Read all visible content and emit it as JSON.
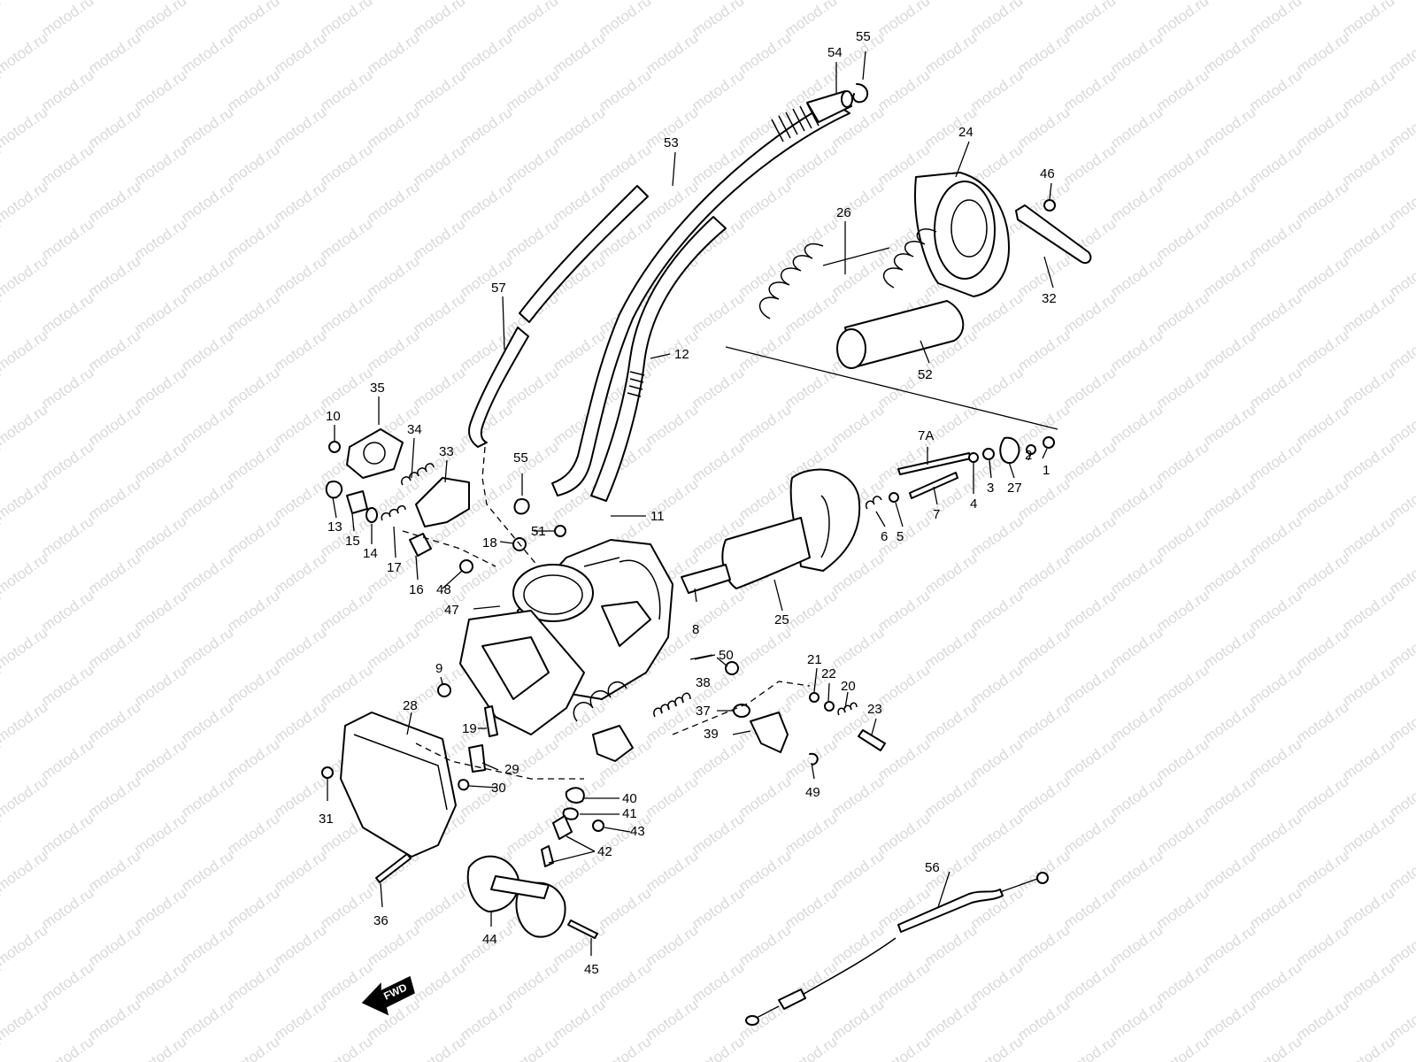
{
  "watermark": {
    "text": "motod.ru",
    "color": "#d9d9d9"
  },
  "direction_arrow": {
    "label": "FWD",
    "icon": "arrow-left-icon"
  },
  "line_color": "#000000",
  "callouts": [
    {
      "id": "1",
      "label": "1"
    },
    {
      "id": "2",
      "label": "2"
    },
    {
      "id": "3",
      "label": "3"
    },
    {
      "id": "4",
      "label": "4"
    },
    {
      "id": "5",
      "label": "5"
    },
    {
      "id": "6",
      "label": "6"
    },
    {
      "id": "7",
      "label": "7"
    },
    {
      "id": "7A",
      "label": "7A"
    },
    {
      "id": "8",
      "label": "8"
    },
    {
      "id": "9",
      "label": "9"
    },
    {
      "id": "10",
      "label": "10"
    },
    {
      "id": "11",
      "label": "11"
    },
    {
      "id": "12",
      "label": "12"
    },
    {
      "id": "13",
      "label": "13"
    },
    {
      "id": "14",
      "label": "14"
    },
    {
      "id": "15",
      "label": "15"
    },
    {
      "id": "16",
      "label": "16"
    },
    {
      "id": "17",
      "label": "17"
    },
    {
      "id": "18",
      "label": "18"
    },
    {
      "id": "19",
      "label": "19"
    },
    {
      "id": "20",
      "label": "20"
    },
    {
      "id": "21",
      "label": "21"
    },
    {
      "id": "22",
      "label": "22"
    },
    {
      "id": "23",
      "label": "23"
    },
    {
      "id": "24",
      "label": "24"
    },
    {
      "id": "25",
      "label": "25"
    },
    {
      "id": "26",
      "label": "26"
    },
    {
      "id": "27",
      "label": "27"
    },
    {
      "id": "28",
      "label": "28"
    },
    {
      "id": "29",
      "label": "29"
    },
    {
      "id": "30",
      "label": "30"
    },
    {
      "id": "31",
      "label": "31"
    },
    {
      "id": "32",
      "label": "32"
    },
    {
      "id": "33",
      "label": "33"
    },
    {
      "id": "34",
      "label": "34"
    },
    {
      "id": "35",
      "label": "35"
    },
    {
      "id": "36",
      "label": "36"
    },
    {
      "id": "37",
      "label": "37"
    },
    {
      "id": "38",
      "label": "38"
    },
    {
      "id": "39",
      "label": "39"
    },
    {
      "id": "40",
      "label": "40"
    },
    {
      "id": "41",
      "label": "41"
    },
    {
      "id": "42",
      "label": "42"
    },
    {
      "id": "43",
      "label": "43"
    },
    {
      "id": "44",
      "label": "44"
    },
    {
      "id": "45",
      "label": "45"
    },
    {
      "id": "46",
      "label": "46"
    },
    {
      "id": "47",
      "label": "47"
    },
    {
      "id": "48",
      "label": "48"
    },
    {
      "id": "49",
      "label": "49"
    },
    {
      "id": "50",
      "label": "50"
    },
    {
      "id": "51",
      "label": "51"
    },
    {
      "id": "52",
      "label": "52"
    },
    {
      "id": "53",
      "label": "53"
    },
    {
      "id": "54",
      "label": "54"
    },
    {
      "id": "55a",
      "label": "55"
    },
    {
      "id": "55b",
      "label": "55"
    },
    {
      "id": "56",
      "label": "56"
    },
    {
      "id": "57",
      "label": "57"
    }
  ]
}
